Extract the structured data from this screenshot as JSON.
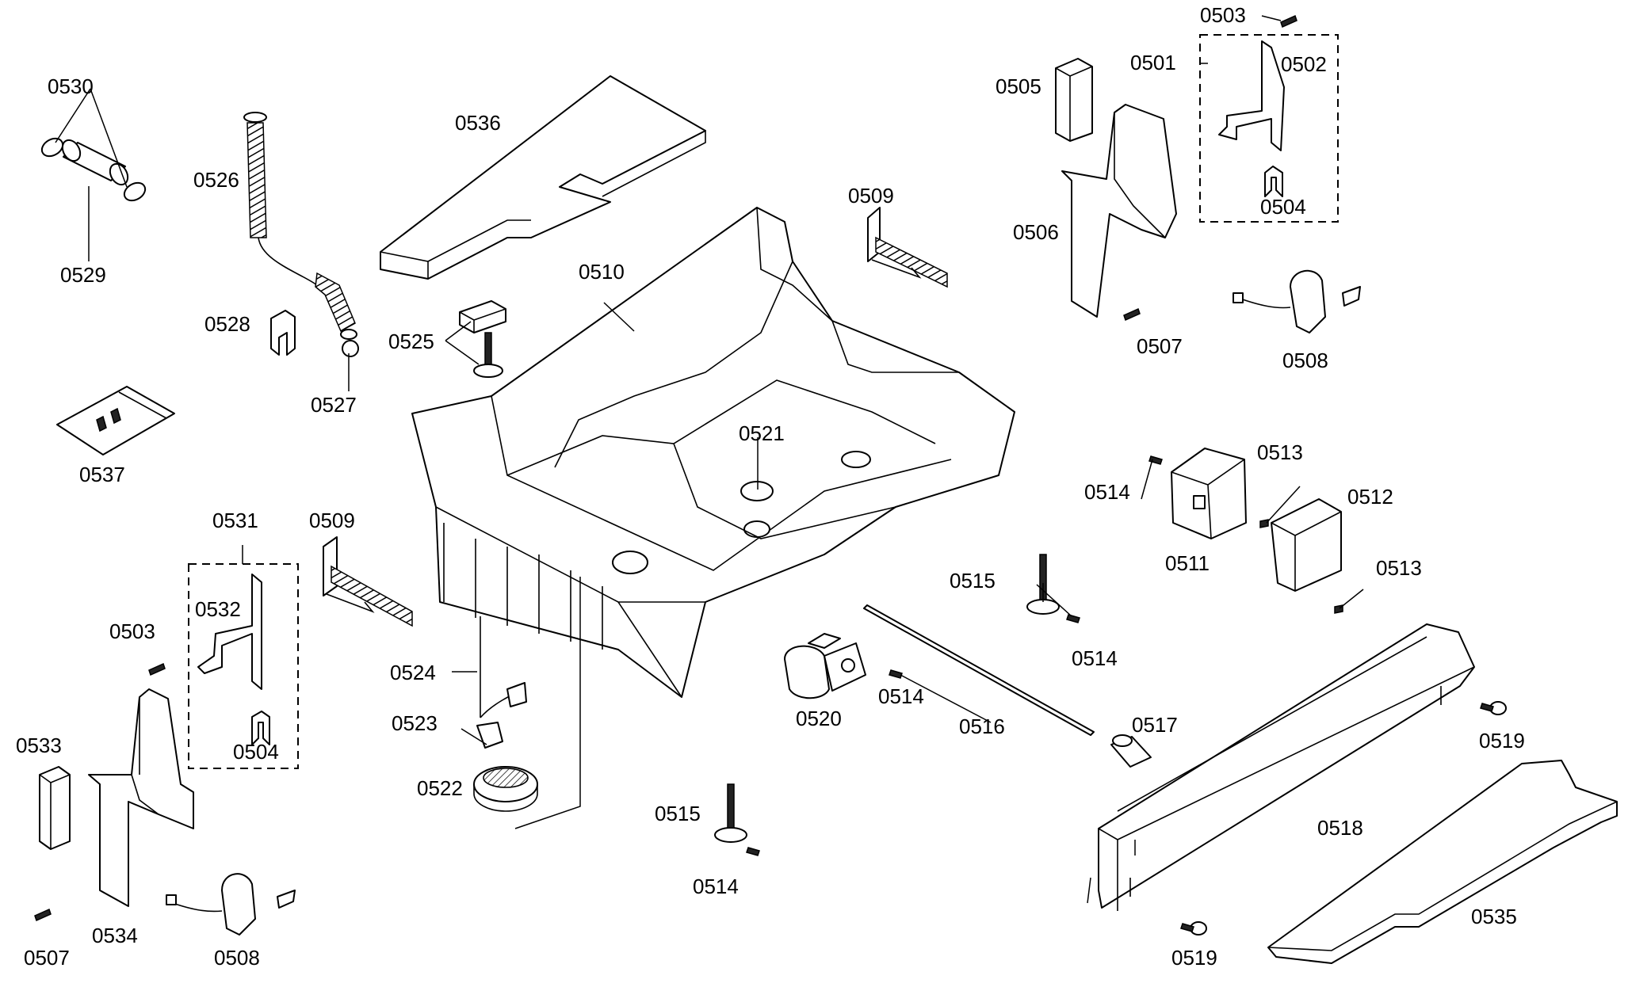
{
  "labels": {
    "l0501": "0501",
    "l0502": "0502",
    "l0503a": "0503",
    "l0503b": "0503",
    "l0504a": "0504",
    "l0504b": "0504",
    "l0505": "0505",
    "l0506": "0506",
    "l0507a": "0507",
    "l0507b": "0507",
    "l0508a": "0508",
    "l0508b": "0508",
    "l0509a": "0509",
    "l0509b": "0509",
    "l0510": "0510",
    "l0511": "0511",
    "l0512": "0512",
    "l0513a": "0513",
    "l0513b": "0513",
    "l0514a": "0514",
    "l0514b": "0514",
    "l0514c": "0514",
    "l0514d": "0514",
    "l0515a": "0515",
    "l0515b": "0515",
    "l0516": "0516",
    "l0517": "0517",
    "l0518": "0518",
    "l0519a": "0519",
    "l0519b": "0519",
    "l0520": "0520",
    "l0521": "0521",
    "l0522": "0522",
    "l0523": "0523",
    "l0524": "0524",
    "l0525": "0525",
    "l0526": "0526",
    "l0527": "0527",
    "l0528": "0528",
    "l0529": "0529",
    "l0530": "0530",
    "l0531": "0531",
    "l0532": "0532",
    "l0533": "0533",
    "l0534": "0534",
    "l0535": "0535",
    "l0536": "0536",
    "l0537": "0537"
  }
}
